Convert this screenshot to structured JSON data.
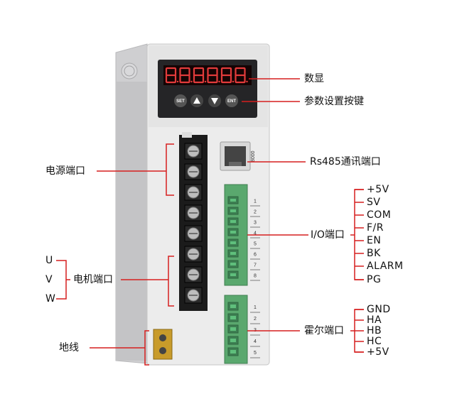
{
  "callouts": {
    "display": "数显",
    "param_keys": "参数设置按键",
    "rs485": "Rs485通讯端口",
    "io_port": "I/O端口",
    "hall_port": "霍尔端口",
    "power_port": "电源端口",
    "motor_port": "电机端口",
    "ground": "地线"
  },
  "motor_phases": [
    "U",
    "V",
    "W"
  ],
  "io_signals": [
    "+5V",
    "SV",
    "COM",
    "F/R",
    "EN",
    "BK",
    "ALARM",
    "PG"
  ],
  "hall_signals": [
    "GND",
    "HA",
    "HB",
    "HC",
    "+5V"
  ],
  "keypad": {
    "set": "SET",
    "ent": "ENT"
  },
  "io_pin_numbers": [
    "1",
    "2",
    "3",
    "4",
    "5",
    "6",
    "7",
    "8"
  ],
  "hall_pin_numbers": [
    "1",
    "2",
    "3",
    "4",
    "5"
  ],
  "colors": {
    "callout_line": "#d61f1f",
    "terminal_green": "#5aa86e",
    "terminal_black": "#1b1b1b",
    "housing": "#ececec",
    "display_digit": "#e23b3b"
  }
}
